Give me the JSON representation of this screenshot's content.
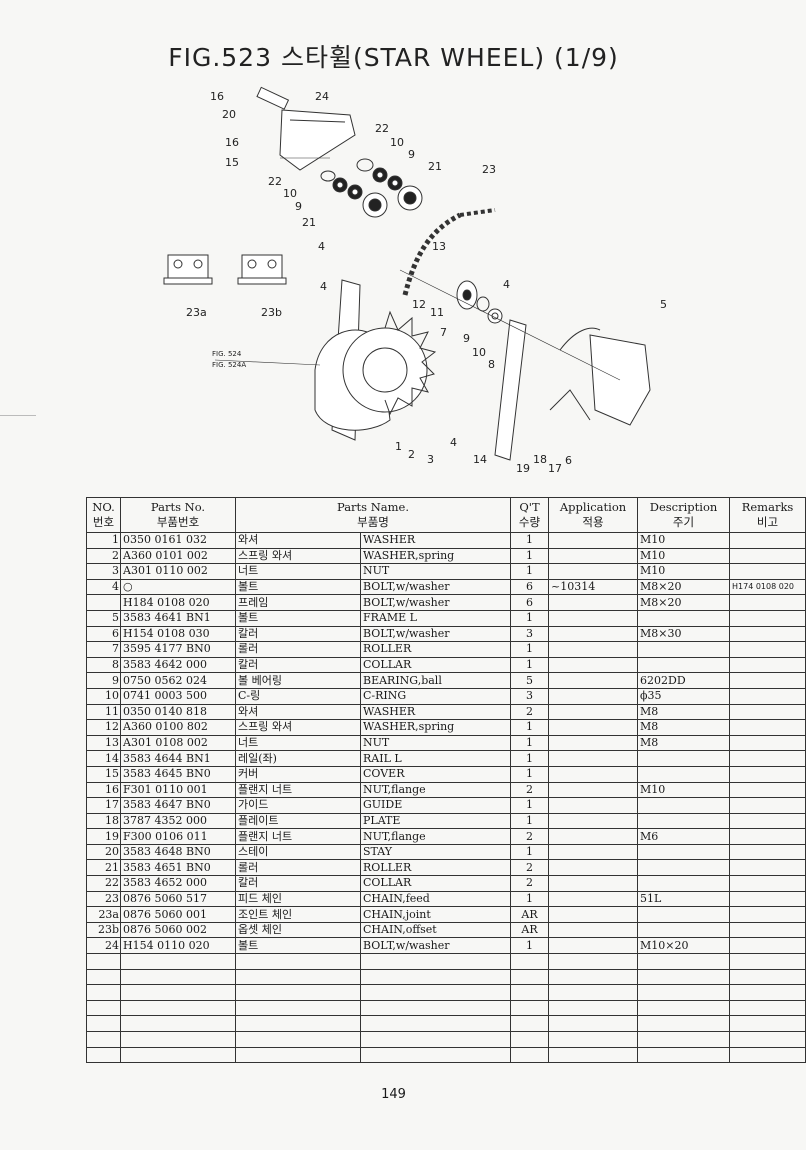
{
  "title": "FIG.523 스타휠(STAR WHEEL) (1/9)",
  "page_number": "149",
  "diagram": {
    "callouts": [
      "16",
      "24",
      "20",
      "16",
      "15",
      "22",
      "10",
      "9",
      "21",
      "22",
      "10",
      "9",
      "21",
      "23",
      "4",
      "13",
      "12",
      "11",
      "7",
      "9",
      "10",
      "8",
      "4",
      "5",
      "23a",
      "23b",
      "4",
      "1",
      "2",
      "3",
      "4",
      "14",
      "19",
      "18",
      "17",
      "6"
    ],
    "fig_refs": [
      "FIG. 524",
      "FIG. 524A"
    ]
  },
  "table": {
    "headers": {
      "no": [
        "NO.",
        "번호"
      ],
      "parts_no": [
        "Parts No.",
        "부품번호"
      ],
      "parts_name": [
        "Parts Name.",
        "부품명"
      ],
      "qty": [
        "Q'T",
        "수량"
      ],
      "application": [
        "Application",
        "적용"
      ],
      "description": [
        "Description",
        "주기"
      ],
      "remarks": [
        "Remarks",
        "비고"
      ]
    },
    "rows": [
      {
        "no": "1",
        "part": "0350 0161 032",
        "kr": "와셔",
        "en": "WASHER",
        "qty": "1",
        "app": "",
        "desc": "M10",
        "rmk": ""
      },
      {
        "no": "2",
        "part": "A360 0101 002",
        "kr": "스프링 와셔",
        "en": "WASHER,spring",
        "qty": "1",
        "app": "",
        "desc": "M10",
        "rmk": ""
      },
      {
        "no": "3",
        "part": "A301 0110 002",
        "kr": "너트",
        "en": "NUT",
        "qty": "1",
        "app": "",
        "desc": "M10",
        "rmk": ""
      },
      {
        "no": "4",
        "part": "○",
        "kr": "볼트",
        "en": "BOLT,w/washer",
        "qty": "6",
        "app": "~10314",
        "desc": "M8×20",
        "rmk": "H174 0108 020"
      },
      {
        "no": "",
        "part": "H184 0108 020",
        "kr": "프레임",
        "en": "BOLT,w/washer",
        "qty": "6",
        "app": "",
        "desc": "M8×20",
        "rmk": ""
      },
      {
        "no": "5",
        "part": "3583 4641 BN1",
        "kr": "볼트",
        "en": "FRAME L",
        "qty": "1",
        "app": "",
        "desc": "",
        "rmk": ""
      },
      {
        "no": "6",
        "part": "H154 0108 030",
        "kr": "칼러",
        "en": "BOLT,w/washer",
        "qty": "3",
        "app": "",
        "desc": "M8×30",
        "rmk": ""
      },
      {
        "no": "7",
        "part": "3595 4177 BN0",
        "kr": "롤러",
        "en": "ROLLER",
        "qty": "1",
        "app": "",
        "desc": "",
        "rmk": ""
      },
      {
        "no": "8",
        "part": "3583 4642 000",
        "kr": "칼러",
        "en": "COLLAR",
        "qty": "1",
        "app": "",
        "desc": "",
        "rmk": ""
      },
      {
        "no": "9",
        "part": "0750 0562 024",
        "kr": "볼 베어링",
        "en": "BEARING,ball",
        "qty": "5",
        "app": "",
        "desc": "6202DD",
        "rmk": ""
      },
      {
        "no": "10",
        "part": "0741 0003 500",
        "kr": "C-링",
        "en": "C-RING",
        "qty": "3",
        "app": "",
        "desc": "ϕ35",
        "rmk": ""
      },
      {
        "no": "11",
        "part": "0350 0140 818",
        "kr": "와셔",
        "en": "WASHER",
        "qty": "2",
        "app": "",
        "desc": "M8",
        "rmk": ""
      },
      {
        "no": "12",
        "part": "A360 0100 802",
        "kr": "스프링 와셔",
        "en": "WASHER,spring",
        "qty": "1",
        "app": "",
        "desc": "M8",
        "rmk": ""
      },
      {
        "no": "13",
        "part": "A301 0108 002",
        "kr": "너트",
        "en": "NUT",
        "qty": "1",
        "app": "",
        "desc": "M8",
        "rmk": ""
      },
      {
        "no": "14",
        "part": "3583 4644 BN1",
        "kr": "레일(좌)",
        "en": "RAIL L",
        "qty": "1",
        "app": "",
        "desc": "",
        "rmk": ""
      },
      {
        "no": "15",
        "part": "3583 4645 BN0",
        "kr": "커버",
        "en": "COVER",
        "qty": "1",
        "app": "",
        "desc": "",
        "rmk": ""
      },
      {
        "no": "16",
        "part": "F301 0110 001",
        "kr": "플랜지 너트",
        "en": "NUT,flange",
        "qty": "2",
        "app": "",
        "desc": "M10",
        "rmk": ""
      },
      {
        "no": "17",
        "part": "3583 4647 BN0",
        "kr": "가이드",
        "en": "GUIDE",
        "qty": "1",
        "app": "",
        "desc": "",
        "rmk": ""
      },
      {
        "no": "18",
        "part": "3787 4352 000",
        "kr": "플레이트",
        "en": "PLATE",
        "qty": "1",
        "app": "",
        "desc": "",
        "rmk": ""
      },
      {
        "no": "19",
        "part": "F300 0106 011",
        "kr": "플랜지 너트",
        "en": "NUT,flange",
        "qty": "2",
        "app": "",
        "desc": "M6",
        "rmk": ""
      },
      {
        "no": "20",
        "part": "3583 4648 BN0",
        "kr": "스테이",
        "en": "STAY",
        "qty": "1",
        "app": "",
        "desc": "",
        "rmk": ""
      },
      {
        "no": "21",
        "part": "3583 4651 BN0",
        "kr": "롤러",
        "en": "ROLLER",
        "qty": "2",
        "app": "",
        "desc": "",
        "rmk": ""
      },
      {
        "no": "22",
        "part": "3583 4652 000",
        "kr": "칼러",
        "en": "COLLAR",
        "qty": "2",
        "app": "",
        "desc": "",
        "rmk": ""
      },
      {
        "no": "23",
        "part": "0876 5060 517",
        "kr": "피드 체인",
        "en": "CHAIN,feed",
        "qty": "1",
        "app": "",
        "desc": "51L",
        "rmk": ""
      },
      {
        "no": "23a",
        "part": "0876 5060 001",
        "kr": "조인트 체인",
        "en": "CHAIN,joint",
        "qty": "AR",
        "app": "",
        "desc": "",
        "rmk": ""
      },
      {
        "no": "23b",
        "part": "0876 5060 002",
        "kr": "옵셋 체인",
        "en": "CHAIN,offset",
        "qty": "AR",
        "app": "",
        "desc": "",
        "rmk": ""
      },
      {
        "no": "24",
        "part": "H154 0110 020",
        "kr": "볼트",
        "en": "BOLT,w/washer",
        "qty": "1",
        "app": "",
        "desc": "M10×20",
        "rmk": ""
      }
    ]
  }
}
